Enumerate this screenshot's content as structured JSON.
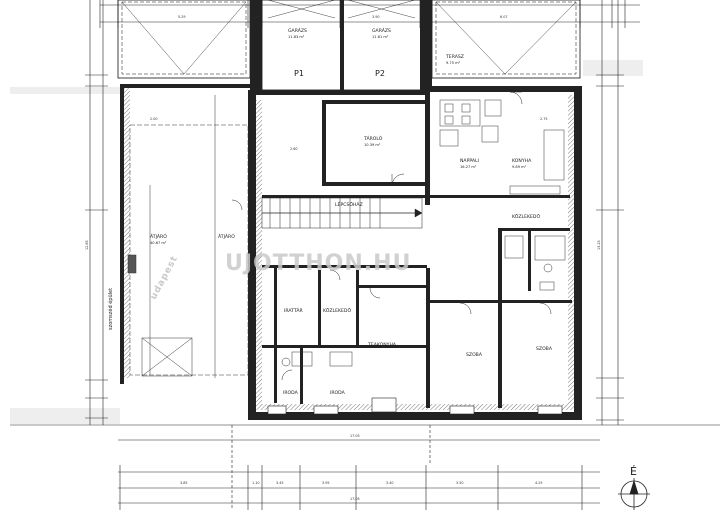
{
  "plan": {
    "watermark": "UJOTTHON.HU",
    "side_labels": [
      "szomszéd épület",
      "udapest"
    ],
    "north_label": "É",
    "rooms": [
      {
        "name": "GARÁZS",
        "area": "11.83 m²"
      },
      {
        "name": "GARÁZS",
        "area": "11.81 m²"
      },
      {
        "name": "P1"
      },
      {
        "name": "P2"
      },
      {
        "name": "TERASZ",
        "area": "9.75 m²"
      },
      {
        "name": "TÁROLÓ",
        "area": "10.39 m²"
      },
      {
        "name": "NAPPALI",
        "area": "16.27 m²"
      },
      {
        "name": "KONYHA",
        "area": "9.89 m²"
      },
      {
        "name": "LÉPCSŐHÁZ"
      },
      {
        "name": "KÖZLEKEDŐ"
      },
      {
        "name": "ÁTJÁRÓ",
        "area": "40.67 m²"
      },
      {
        "name": "ÁTJÁRÓ"
      },
      {
        "name": "IRATTÁR"
      },
      {
        "name": "KÖZLEKEDŐ"
      },
      {
        "name": "TEAKONYHA"
      },
      {
        "name": "SZOBA"
      },
      {
        "name": "SZOBA"
      },
      {
        "name": "IRODA"
      },
      {
        "name": "IRODA"
      }
    ],
    "dimensions": [
      "17.05",
      "17.05",
      "12.85",
      "13.25",
      "3.85",
      "3.45",
      "3.95",
      "1.10",
      "3.40",
      "3.50",
      "4.25",
      "5.29",
      "6.07",
      "3.90",
      "1.25",
      "2.00",
      "2.60",
      "2.75"
    ]
  }
}
